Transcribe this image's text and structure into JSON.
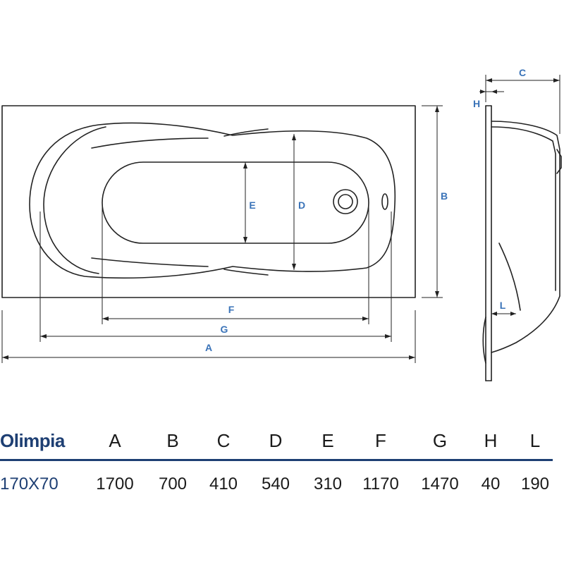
{
  "diagram": {
    "labels": {
      "A": "A",
      "B": "B",
      "C": "C",
      "D": "D",
      "E": "E",
      "F": "F",
      "G": "G",
      "H": "H",
      "L": "L"
    },
    "line_color": "#222222",
    "dimension_color": "#3a73b8"
  },
  "specs": {
    "model_name": "Olimpia",
    "model_size": "170X70",
    "columns": [
      "A",
      "B",
      "C",
      "D",
      "E",
      "F",
      "G",
      "H",
      "L"
    ],
    "values": [
      "1700",
      "700",
      "410",
      "540",
      "310",
      "1170",
      "1470",
      "40",
      "190"
    ],
    "header_color": "#1e3f73"
  }
}
